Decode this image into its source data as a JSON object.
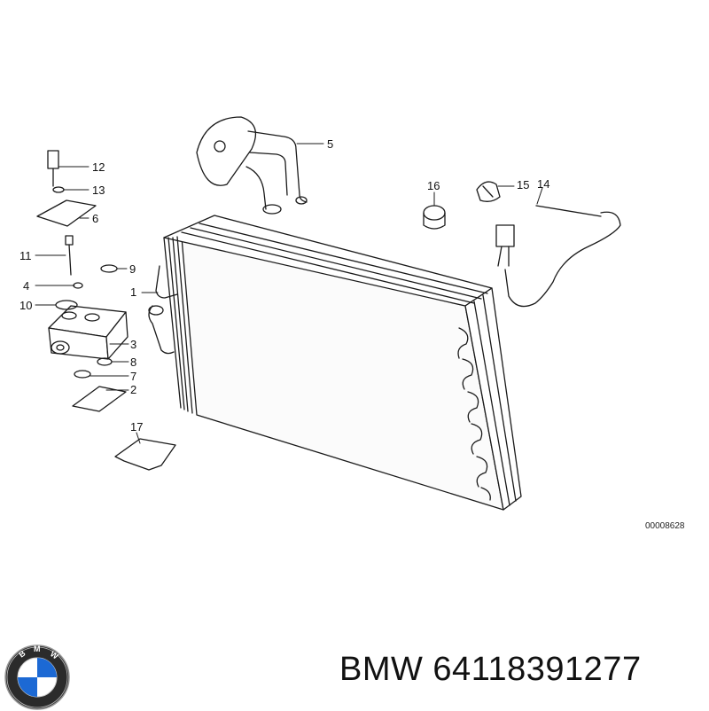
{
  "diagram": {
    "reference_number": "00008628",
    "callouts": {
      "c1": "1",
      "c2": "2",
      "c3": "3",
      "c4": "4",
      "c5": "5",
      "c6": "6",
      "c7": "7",
      "c8": "8",
      "c9": "9",
      "c10": "10",
      "c11": "11",
      "c12": "12",
      "c13": "13",
      "c14": "14",
      "c15": "15",
      "c16": "16",
      "c17": "17"
    }
  },
  "branding": {
    "logo_letters": "BMW",
    "logo_icon": "bmw-roundel",
    "part_label": "BMW 64118391277"
  },
  "colors": {
    "line": "#1a1a1a",
    "logo_blue": "#1c69d4"
  }
}
